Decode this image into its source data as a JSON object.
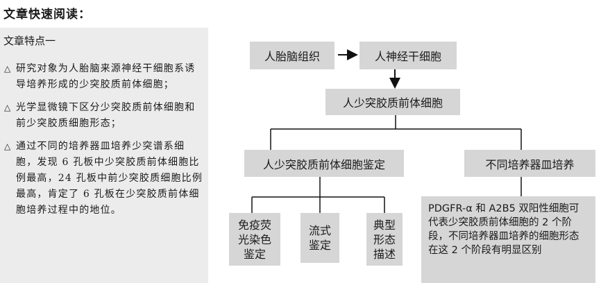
{
  "title": "文章快速阅读：",
  "panel": {
    "heading": "文章特点一",
    "bullet_marker": "△",
    "bullets": [
      "研究对象为人胎脑来源神经干细胞系诱导培养形成的少突胶质前体细胞；",
      "光学显微镜下区分少突胶质前体细胞和前少突胶质细胞形态；",
      "通过不同的培养器皿培养少突谱系细胞，发现 6 孔板中少突胶质前体细胞比例最高，24 孔板中前少突胶质细胞比例最高，肯定了 6 孔板在少突胶质前体细胞培养过程中的地位。"
    ]
  },
  "diagram": {
    "n1": "人胎脑组织",
    "n2": "人神经干细胞",
    "n3": "人少突胶质前体细胞",
    "n4": "人少突胶质前体细胞鉴定",
    "n5": "不同培养器皿培养",
    "n6": "免疫荧光染色鉴定",
    "n7": "流式鉴定",
    "n8": "典型形态描述",
    "n9": "PDGFR-α 和 A2B5 双阳性细胞可代表少突胶质前体细胞的 2 个阶段，不同培养器皿培养的细胞形态在这 2 个阶段有明显区别"
  }
}
